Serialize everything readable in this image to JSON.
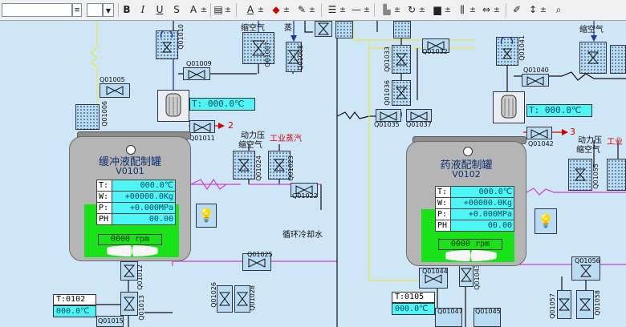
{
  "toolbar": {
    "buttons": [
      "B",
      "I",
      "U",
      "S",
      "A"
    ],
    "plusminus": "±",
    "icons": [
      "bold-icon",
      "italic-icon",
      "underline-icon",
      "strikethrough-icon",
      "font-size-icon",
      "font-color-icon",
      "fill-color-icon",
      "line-color-icon",
      "line-style-icon",
      "line-width-icon",
      "align-icon",
      "rotate-icon",
      "layer-icon",
      "distribute-icon",
      "space-icon",
      "format-painter-icon",
      "zoom-icon"
    ]
  },
  "labels": {
    "comp_air": "缩空气",
    "comp_air_top_right": "缩空气",
    "power_pressure": "动力压",
    "industrial_steam": "工业蒸汽",
    "cooling_water": "循环冷却水",
    "steam_partial": "蒸",
    "steam_partial_right": "工业",
    "arrow2": "2",
    "arrow3": "3"
  },
  "valves": {
    "q01010": "Q01010",
    "q01009": "Q01009",
    "q01007": "Q01007",
    "q01008": "Q01008",
    "q01005": "Q01005",
    "q01006": "Q01006",
    "q01011": "Q01011",
    "q01012": "Q01012",
    "q01013": "Q01013",
    "q01022": "Q01022",
    "q01023": "Q01023",
    "q01024": "Q01024",
    "q01025": "Q01025",
    "q01026": "Q01026",
    "q01028": "Q01028",
    "q01015": "Q01015",
    "q01032": "Q01032",
    "q01033": "Q01033",
    "q01036": "Q01036",
    "q01035": "Q01035",
    "q01037": "Q01037",
    "q01041": "Q01041",
    "q01040": "Q01040",
    "q01042": "Q01042",
    "q01044": "Q01044",
    "q01043": "Q01043",
    "q01047": "Q01047",
    "q01045": "Q01045",
    "q01055": "Q01055",
    "q01056": "Q01056",
    "q01057": "Q01057",
    "q01058": "Q01058"
  },
  "tank1": {
    "title": "缓冲液配制罐",
    "id": "V0101",
    "rows": [
      {
        "k": "T:",
        "v": "000.0℃"
      },
      {
        "k": "W:",
        "v": "+00000.0Kg"
      },
      {
        "k": "P:",
        "v": "+0.000MPa"
      },
      {
        "k": "PH",
        "v": "00.00"
      }
    ],
    "rpm": "0000 rpm",
    "temp_top": "T:  000.0℃"
  },
  "tank2": {
    "title": "药液配制罐",
    "id": "V0102",
    "rows": [
      {
        "k": "T:",
        "v": "000.0℃"
      },
      {
        "k": "W:",
        "v": "+00000.0Kg"
      },
      {
        "k": "P:",
        "v": "+0.000MPa"
      },
      {
        "k": "PH",
        "v": "00.00"
      }
    ],
    "rpm": "0000 rpm",
    "temp_top": "T:  000.0℃"
  },
  "t0102": {
    "label": "T:0102",
    "value": "000.0℃"
  },
  "t0105": {
    "label": "T:0105",
    "value": "000.0℃"
  }
}
